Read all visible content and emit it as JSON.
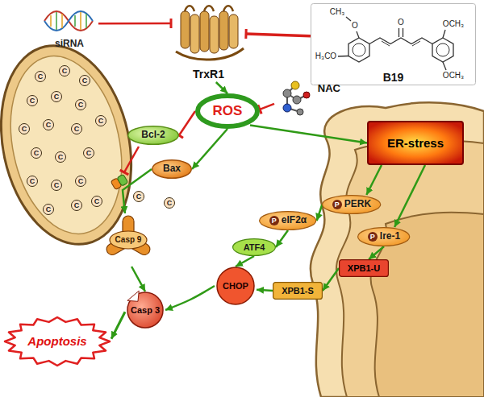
{
  "diagram": {
    "nodes": [
      {
        "text": [
          "siRNA"
        ]
      },
      {
        "text": [
          "TrxR1"
        ]
      },
      {
        "text": [
          "B19"
        ]
      },
      {
        "text": [
          "ROS"
        ]
      },
      {
        "text": [
          "NAC"
        ]
      },
      {
        "text": [
          "Bcl-2"
        ]
      },
      {
        "text": [
          "Bax"
        ]
      },
      {
        "text": [
          "ER-stress"
        ]
      },
      {
        "text": [
          "P",
          "PERK"
        ]
      },
      {
        "text": [
          "P",
          "eIF2α"
        ]
      },
      {
        "text": [
          "P",
          "Ire-1"
        ]
      },
      {
        "text": [
          "ATF4"
        ]
      },
      {
        "text": [
          "Casp 9"
        ]
      },
      {
        "text": [
          "XPB1-U"
        ]
      },
      {
        "text": [
          "CHOP"
        ]
      },
      {
        "text": [
          "XPB1-S"
        ]
      },
      {
        "text": [
          "Casp 3"
        ]
      },
      {
        "text": [
          "Apoptosis"
        ]
      }
    ],
    "edges": [
      {
        "from": 0,
        "to": 1,
        "arrow": "to"
      },
      {
        "from": 2,
        "to": 1,
        "arrow": "to"
      },
      {
        "from": 1,
        "to": 3,
        "arrow": "to"
      },
      {
        "from": 4,
        "to": 3,
        "arrow": "to"
      },
      {
        "from": 3,
        "to": 5,
        "arrow": "to"
      },
      {
        "from": 3,
        "to": 6,
        "arrow": "to"
      },
      {
        "from": 3,
        "to": 7,
        "arrow": "to"
      },
      {
        "from": 6,
        "to": 12,
        "arrow": "to"
      },
      {
        "from": 7,
        "to": 8,
        "arrow": "to"
      },
      {
        "from": 7,
        "to": 10,
        "arrow": "to"
      },
      {
        "from": 8,
        "to": 9,
        "arrow": "to"
      },
      {
        "from": 9,
        "to": 11,
        "arrow": "to"
      },
      {
        "from": 11,
        "to": 14,
        "arrow": "to"
      },
      {
        "from": 10,
        "to": 13,
        "arrow": "to"
      },
      {
        "from": 13,
        "to": 15,
        "arrow": "to"
      },
      {
        "from": 15,
        "to": 14,
        "arrow": "to"
      },
      {
        "from": 12,
        "to": 16,
        "arrow": "to"
      },
      {
        "from": 14,
        "to": 16,
        "arrow": "to"
      },
      {
        "from": 16,
        "to": 17,
        "arrow": "to"
      }
    ],
    "labels": [
      "CH₃",
      "O",
      "H₃CO",
      "O",
      "OCH₃",
      "OCH₃",
      "C",
      "C",
      "C",
      "C",
      "C",
      "C",
      "C",
      "C",
      "C",
      "C",
      "C",
      "C",
      "C",
      "C",
      "C",
      "C",
      "C",
      "C",
      "C",
      "C",
      "C"
    ]
  }
}
